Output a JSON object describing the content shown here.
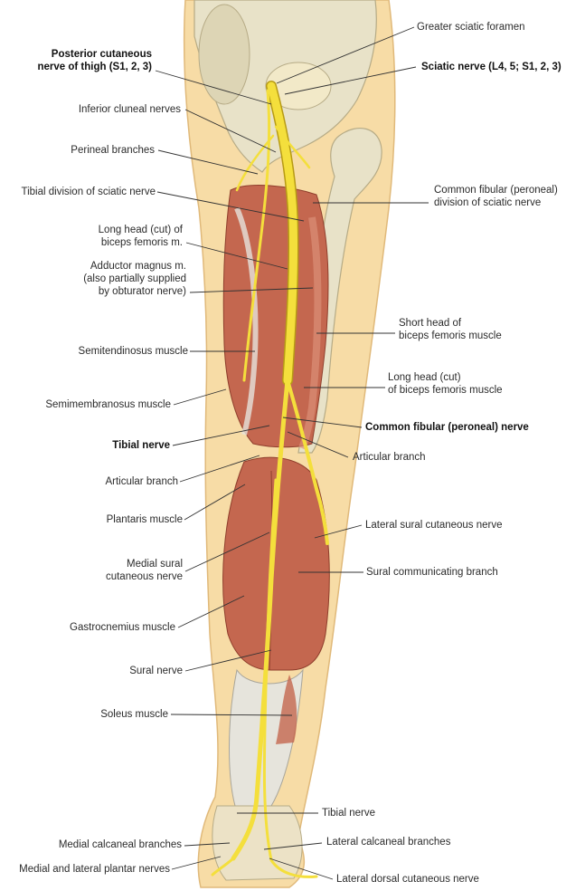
{
  "colors": {
    "skin": "#f7dca6",
    "bone": "#e8e2c8",
    "muscle": "#c4674f",
    "muscle_light": "#dc9078",
    "tendon": "#e6e4dc",
    "nerve": "#f4df3c",
    "nerve_outline": "#b79b14",
    "leader": "#333333"
  },
  "labels": {
    "posterior_cutaneous_nerve": [
      "Posterior cutaneous",
      "nerve of thigh (S1, 2, 3)"
    ],
    "inferior_cluneal_nerves": "Inferior cluneal nerves",
    "perineal_branches": "Perineal branches",
    "tibial_division": "Tibial division of sciatic nerve",
    "long_head_cut_biceps": [
      "Long head (cut) of",
      "biceps femoris m."
    ],
    "adductor_magnus": [
      "Adductor magnus m.",
      "(also partially supplied",
      "by obturator nerve)"
    ],
    "semitendinosus": "Semitendinosus muscle",
    "semimembranosus": "Semimembranosus muscle",
    "tibial_nerve": "Tibial nerve",
    "articular_branch_left": "Articular branch",
    "plantaris": "Plantaris muscle",
    "medial_sural_cutaneous": [
      "Medial sural",
      "cutaneous nerve"
    ],
    "gastrocnemius": "Gastrocnemius muscle",
    "sural_nerve": "Sural nerve",
    "soleus": "Soleus muscle",
    "medial_calcaneal": "Medial calcaneal branches",
    "medial_lateral_plantar": "Medial and lateral plantar nerves",
    "greater_sciatic_foramen": "Greater sciatic foramen",
    "sciatic_nerve": "Sciatic nerve (L4, 5; S1, 2, 3)",
    "common_fibular_division": [
      "Common fibular (peroneal)",
      "division of sciatic nerve"
    ],
    "short_head_biceps": [
      "Short head of",
      "biceps femoris muscle"
    ],
    "long_head_cut_biceps_muscle": [
      "Long head (cut)",
      "of biceps femoris muscle"
    ],
    "common_fibular_nerve": "Common fibular (peroneal) nerve",
    "articular_branch_right": "Articular branch",
    "lateral_sural_cutaneous": "Lateral sural cutaneous nerve",
    "sural_communicating": "Sural communicating branch",
    "tibial_nerve_lower": "Tibial nerve",
    "lateral_calcaneal": "Lateral calcaneal branches",
    "lateral_dorsal_cutaneous": "Lateral dorsal cutaneous nerve"
  }
}
